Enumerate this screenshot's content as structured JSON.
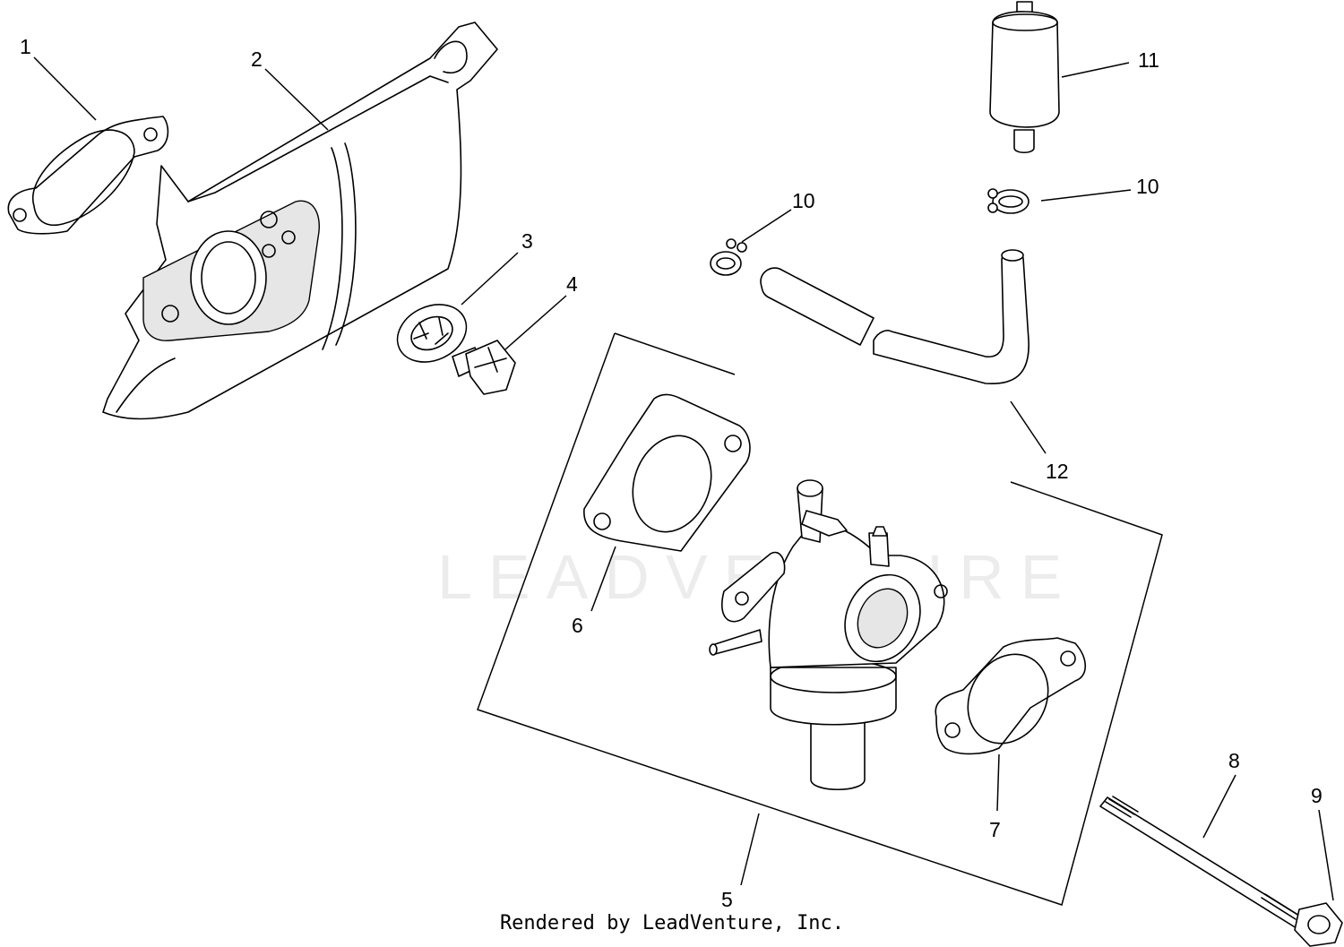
{
  "watermark": "LEADVENTURE",
  "footer": "Rendered by LeadVenture, Inc.",
  "callouts": {
    "c1": "1",
    "c2": "2",
    "c3": "3",
    "c4": "4",
    "c5": "5",
    "c6": "6",
    "c7": "7",
    "c8": "8",
    "c9": "9",
    "c10a": "10",
    "c10b": "10",
    "c11": "11",
    "c12": "12"
  }
}
